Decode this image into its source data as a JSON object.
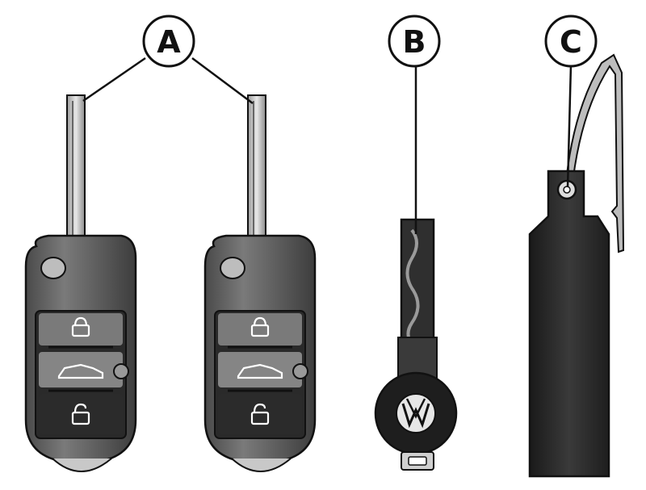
{
  "labels": {
    "a": "A",
    "b": "B",
    "c": "C"
  },
  "colors": {
    "ink": "#111111",
    "housing": "#6a6a6a",
    "housing_dark": "#3a3a3a",
    "button_panel": "#2e2e2e",
    "blade": "#d8d8d8",
    "wire": "#bdbdbd"
  },
  "icons": {
    "key_button_1": "lock-icon",
    "key_button_2": "trunk-icon",
    "key_button_3": "unlock-icon"
  }
}
